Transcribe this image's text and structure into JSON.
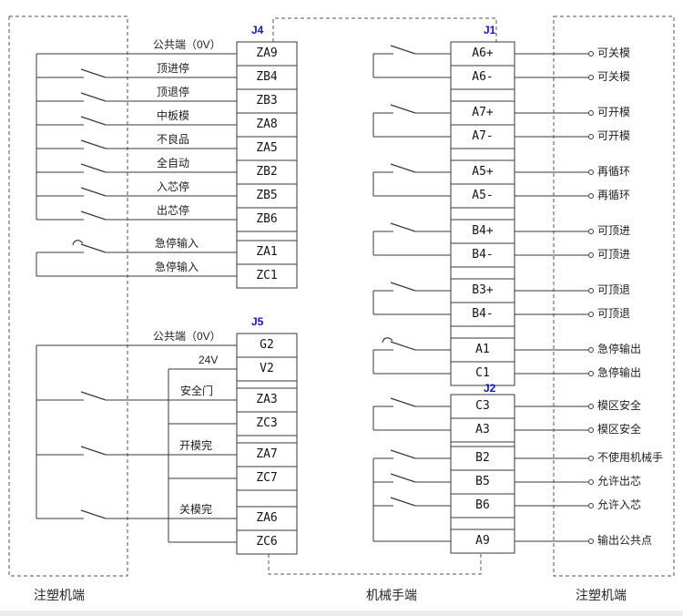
{
  "colors": {
    "wire": "#3a3a3a",
    "dashed": "#555555",
    "text": "#1f1f1f",
    "accent": "#1414cc"
  },
  "connectors": {
    "j4": {
      "label": "J4",
      "cells": [
        "ZA9",
        "ZB4",
        "ZB3",
        "ZA8",
        "ZA5",
        "ZB2",
        "ZB5",
        "ZB6",
        "ZA1",
        "ZC1"
      ]
    },
    "j5": {
      "label": "J5",
      "cells": [
        "G2",
        "V2",
        "ZA3",
        "ZC3",
        "ZA7",
        "ZC7",
        "ZA6",
        "ZC6"
      ]
    },
    "j1": {
      "label": "J1",
      "cells": [
        "A6+",
        "A6-",
        "A7+",
        "A7-",
        "A5+",
        "A5-",
        "B4+",
        "B4-",
        "B3+",
        "B4-",
        "A1",
        "C1"
      ]
    },
    "j2": {
      "label": "J2",
      "cells": [
        "C3",
        "A3",
        "B2",
        "B5",
        "B6",
        "A9"
      ]
    }
  },
  "left_labels": {
    "j4": [
      "公共端（0V）",
      "顶进停",
      "顶退停",
      "中板模",
      "不良品",
      "全自动",
      "入芯停",
      "出芯停",
      "急停输入",
      "急停输入"
    ],
    "j5": [
      "公共端（0V）",
      "24V",
      "安全门",
      "开模完",
      "关模完"
    ]
  },
  "right_labels": [
    "可关模",
    "可关模",
    "可开模",
    "可开模",
    "再循环",
    "再循环",
    "可顶进",
    "可顶进",
    "可顶退",
    "可顶退",
    "急停输出",
    "急停输出",
    "模区安全",
    "模区安全",
    "不使用机械手",
    "允许出芯",
    "允许入芯",
    "输出公共点"
  ],
  "bottom_labels": {
    "left": "注塑机端",
    "center": "机械手端",
    "right": "注塑机端"
  }
}
